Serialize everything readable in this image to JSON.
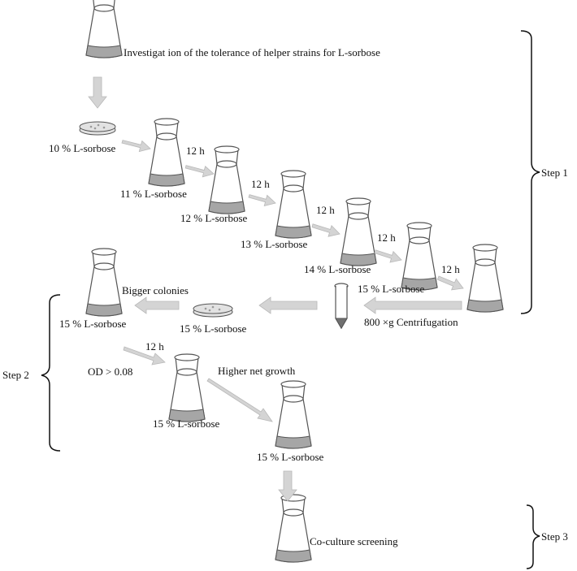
{
  "labels": {
    "investigation": "Investigat ion of  the tolerance of  helper strains  for L-sorbose",
    "dish_10": "10 % L-sorbose",
    "flask_11": "11 % L-sorbose",
    "flask_12": "12 % L-sorbose",
    "flask_13": "13 % L-sorbose",
    "flask_14": "14 % L-sorbose",
    "flask_15a": "15 % L-sorbose",
    "centrifugation": "800 ×g Centrifugation",
    "dish_15": "15 % L-sorbose",
    "bigger_colonies": "Bigger colonies",
    "flask_15b": "15 % L-sorbose",
    "od": "OD > 0.08",
    "flask_15c": "15 % L-sorbose",
    "higher_growth": "Higher net growth",
    "flask_15d": "15 % L-sorbose",
    "coculture": "Co-culture screening"
  },
  "time_labels": [
    "12 h",
    "12 h",
    "12 h",
    "12 h",
    "12 h",
    "12 h"
  ],
  "steps": {
    "step1": "Step 1",
    "step2": "Step 2",
    "step3": "Step 3"
  }
}
